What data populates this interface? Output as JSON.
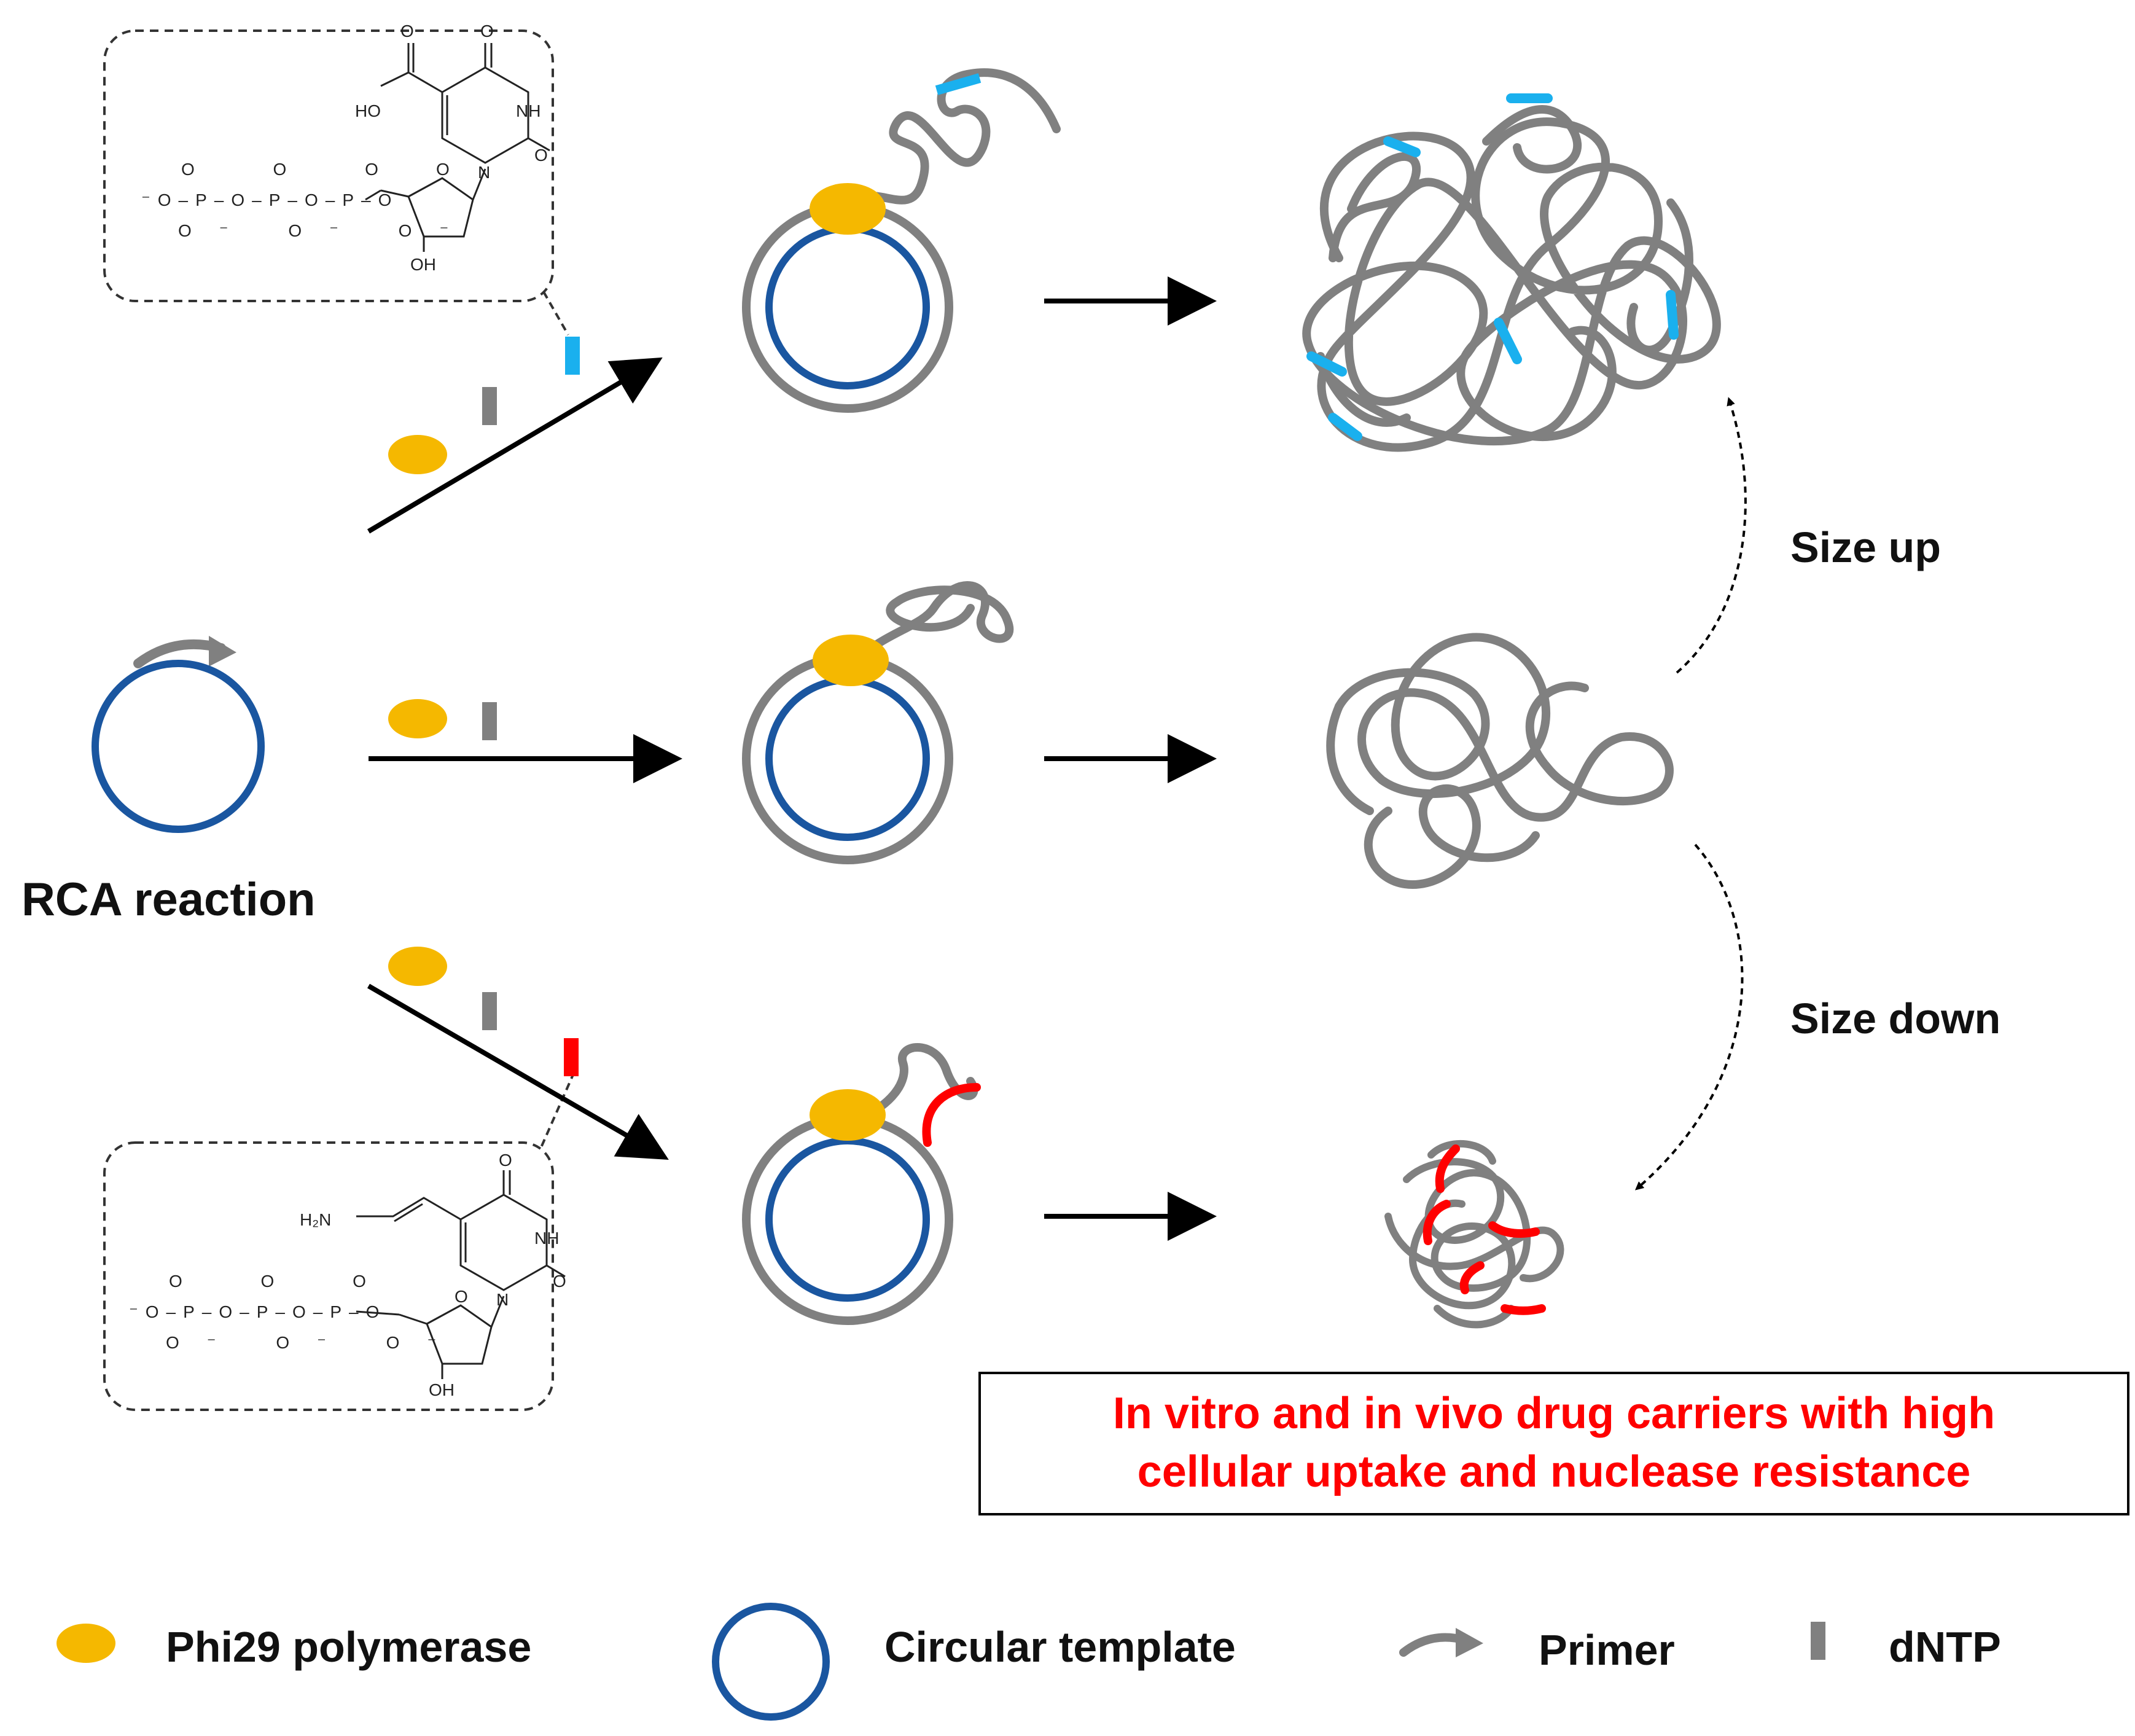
{
  "labels": {
    "rca_reaction": "RCA reaction",
    "size_up": "Size up",
    "size_down": "Size down",
    "result_line1": "In vitro and in vivo drug carriers with high",
    "result_line2": "cellular uptake and nuclease resistance"
  },
  "legend": [
    {
      "icon": "phi29-polymerase-icon",
      "label": "Phi29 polymerase"
    },
    {
      "icon": "circular-template-icon",
      "label": "Circular template"
    },
    {
      "icon": "primer-icon",
      "label": "Primer"
    },
    {
      "icon": "dntp-icon",
      "label": "dNTP"
    }
  ],
  "chem_top": {
    "ho": "HO",
    "o1": "O",
    "o2": "O",
    "o3": "O",
    "nh": "NH",
    "n": "N",
    "p_groups": "⁻O–P–O–P–O–P–O",
    "p_o_top": "O  O  O",
    "p_o_bottom": "O⁻  O⁻  O⁻",
    "oh": "OH",
    "ring_o": "O"
  },
  "chem_bottom": {
    "h2n": "H₂N",
    "o1": "O",
    "o2": "O",
    "nh": "NH",
    "n": "N",
    "p_groups": "⁻O–P–O–P–O–P–O",
    "p_o_top": "O  O  O",
    "p_o_bottom": "O⁻  O⁻  O⁻",
    "oh": "OH",
    "ring_o": "O"
  },
  "colors": {
    "polymerase": "#f5b800",
    "template": "#1a56a0",
    "strand": "#808080",
    "modified_blue": "#1ab0ee",
    "modified_red": "#ff0000",
    "arrow": "#000000"
  }
}
